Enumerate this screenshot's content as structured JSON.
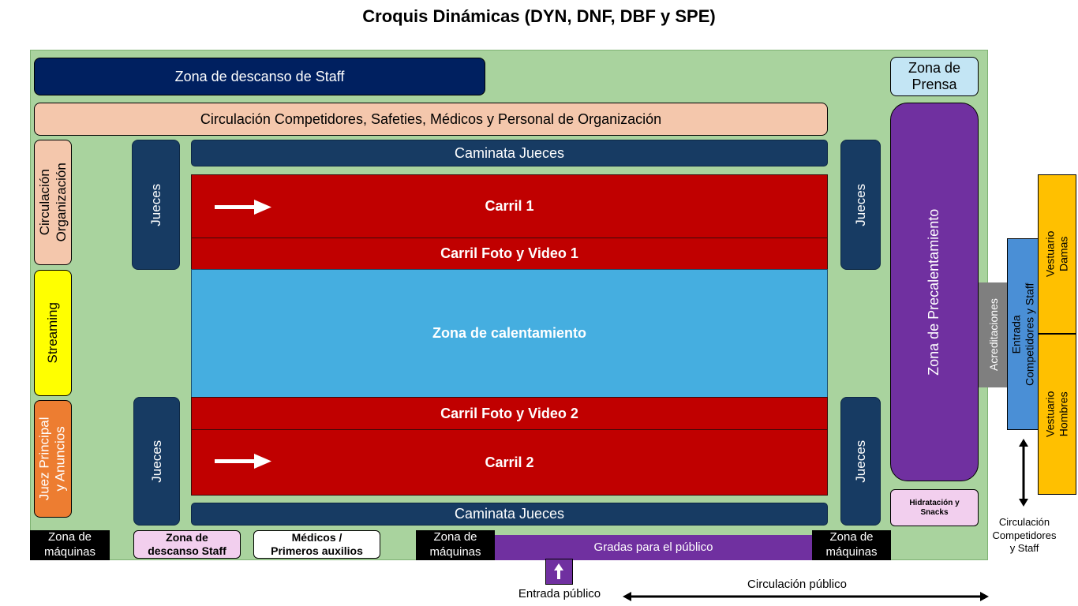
{
  "title": "Croquis Dinámicas (DYN, DNF, DBF y SPE)",
  "zones": {
    "staff_rest_top": "Zona de descanso de Staff",
    "press": [
      "Zona de",
      "Prensa"
    ],
    "circulation_competitors": "Circulación Competidores, Safeties, Médicos y Personal de Organización",
    "circulation_org": [
      "Circulación",
      "Organización"
    ],
    "streaming": "Streaming",
    "head_judge": [
      "Juez Principal",
      "y Anuncios"
    ],
    "judges_label": "Jueces",
    "judges_walk": "Caminata Jueces",
    "lane1": "Carril 1",
    "photo_lane1": "Carril Foto y Video 1",
    "warmup": "Zona de calentamiento",
    "photo_lane2": "Carril Foto y Video 2",
    "lane2": "Carril 2",
    "prewarmup": "Zona de Precalentamiento",
    "hydration": [
      "Hidratación y",
      "Snacks"
    ],
    "accreditations": "Acreditaciones",
    "entrance_competitors": [
      "Entrada",
      "Competidores y Staff"
    ],
    "locker_women": [
      "Vestuario",
      "Damas"
    ],
    "locker_men": [
      "Vestuario",
      "Hombres"
    ],
    "machines": [
      "Zona de",
      "máquinas"
    ],
    "staff_rest_bottom": [
      "Zona de",
      "descanso Staff"
    ],
    "medics": [
      "Médicos /",
      "Primeros auxilios"
    ],
    "stands": "Gradas para el público",
    "public_entrance": "Entrada público",
    "public_circulation": "Circulación público",
    "competitor_circulation": [
      "Circulación",
      "Competidores",
      "y Staff"
    ]
  },
  "colors": {
    "venue_green": "#a9d39e",
    "navy": "#002060",
    "dark_blue": "#173b63",
    "peach": "#f4c7ac",
    "red": "#c00000",
    "pool_blue": "#45aee0",
    "purple": "#7030a0",
    "light_blue": "#c3e5f4",
    "yellow": "#ffff00",
    "orange": "#ed7d31",
    "gray": "#7f7f7f",
    "entrance_blue": "#4a8fd6",
    "gold": "#ffc000",
    "pink": "#f2cfee"
  }
}
